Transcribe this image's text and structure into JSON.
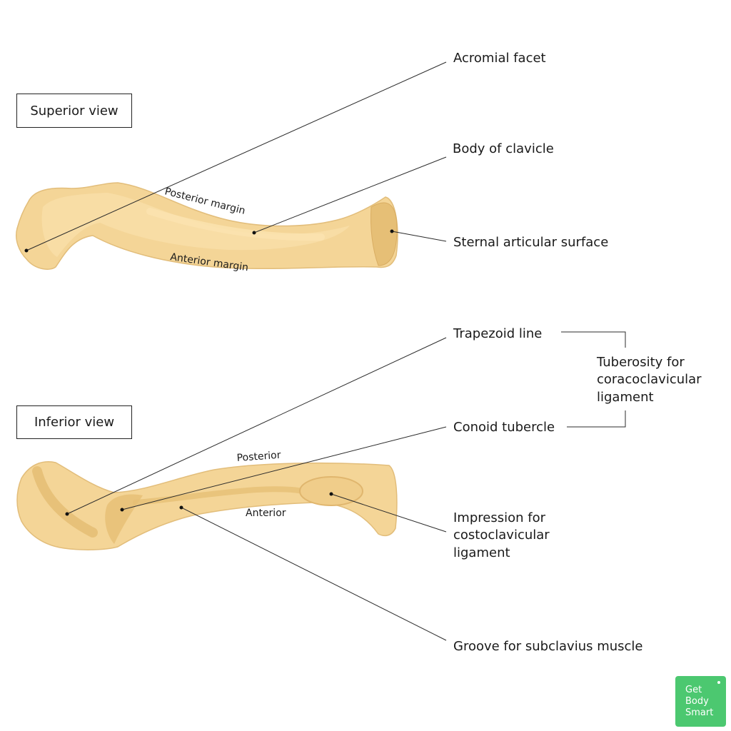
{
  "views": {
    "superior": "Superior view",
    "inferior": "Inferior view"
  },
  "superior_labels": {
    "acromial_facet": "Acromial facet",
    "body_of_clavicle": "Body of clavicle",
    "sternal_articular_surface": "Sternal articular surface",
    "posterior_margin": "Posterior margin",
    "anterior_margin": "Anterior margin"
  },
  "inferior_labels": {
    "trapezoid_line": "Trapezoid line",
    "conoid_tubercle": "Conoid tubercle",
    "tuberosity": [
      "Tuberosity for",
      "coracoclavicular",
      "ligament"
    ],
    "impression": [
      "Impression for",
      "costoclavicular",
      "ligament"
    ],
    "groove": "Groove for subclavius muscle",
    "posterior": "Posterior",
    "anterior": "Anterior"
  },
  "logo": [
    "Get",
    "Body",
    "Smart"
  ],
  "colors": {
    "bone": "#f4d597",
    "bone_shadow": "#e6bf76",
    "bone_highlight": "#fbe3b0",
    "logo_green": "#4cc870"
  }
}
